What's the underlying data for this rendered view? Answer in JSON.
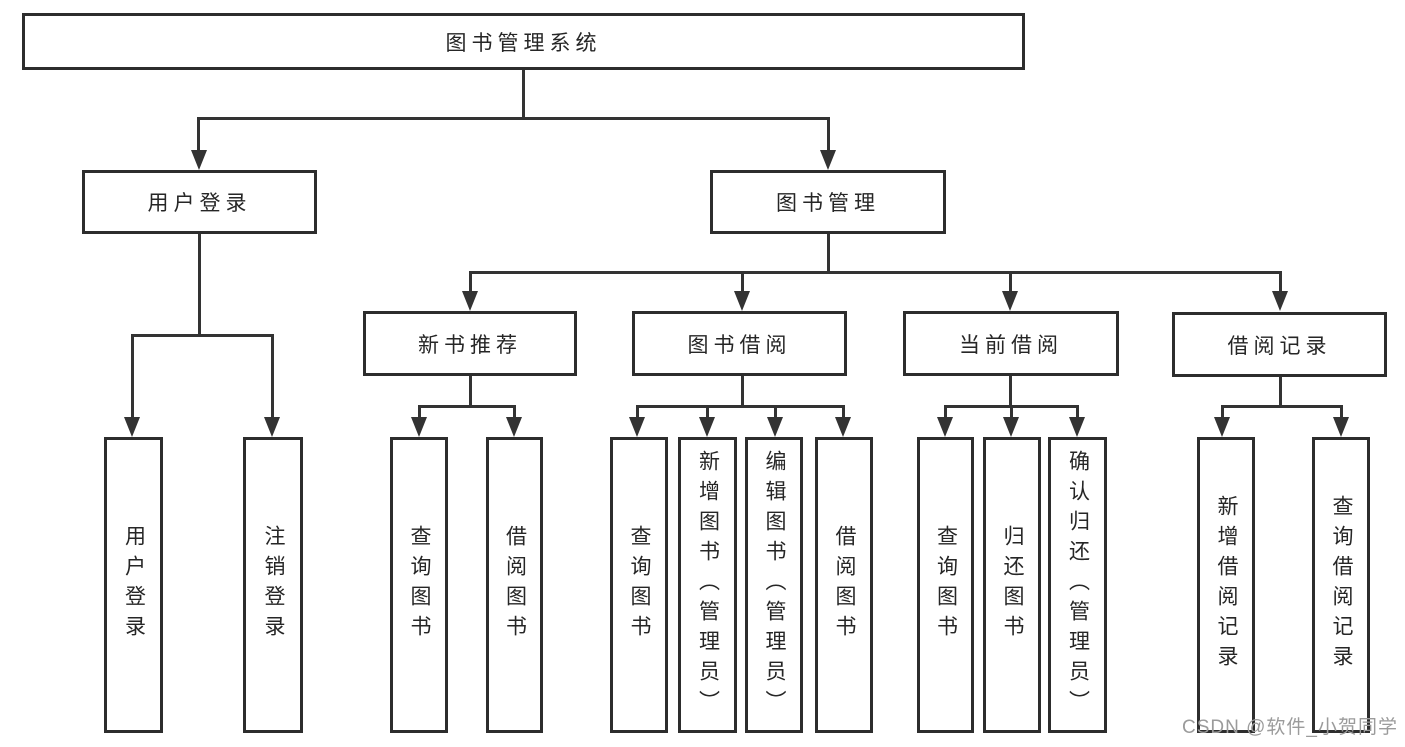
{
  "title": "图书管理系统",
  "tree": {
    "root": "图书管理系统",
    "login": {
      "label": "用户登录",
      "children": [
        "用户登录",
        "注销登录"
      ]
    },
    "mgmt": {
      "label": "图书管理",
      "sections": [
        {
          "label": "新书推荐",
          "children": [
            "查询图书",
            "借阅图书"
          ]
        },
        {
          "label": "图书借阅",
          "children": [
            "查询图书",
            "新增图书（管理员）",
            "编辑图书（管理员）",
            "借阅图书"
          ]
        },
        {
          "label": "当前借阅",
          "children": [
            "查询图书",
            "归还图书",
            "确认归还（管理员）"
          ]
        },
        {
          "label": "借阅记录",
          "children": [
            "新增借阅记录",
            "查询借阅记录"
          ]
        }
      ]
    }
  },
  "watermark": "CSDN @软件_小贺同学",
  "colors": {
    "background": "#ffffff",
    "line": "#333333",
    "box_border": "#2d2d2d",
    "text": "#262626",
    "watermark": "#9b9b9b"
  }
}
